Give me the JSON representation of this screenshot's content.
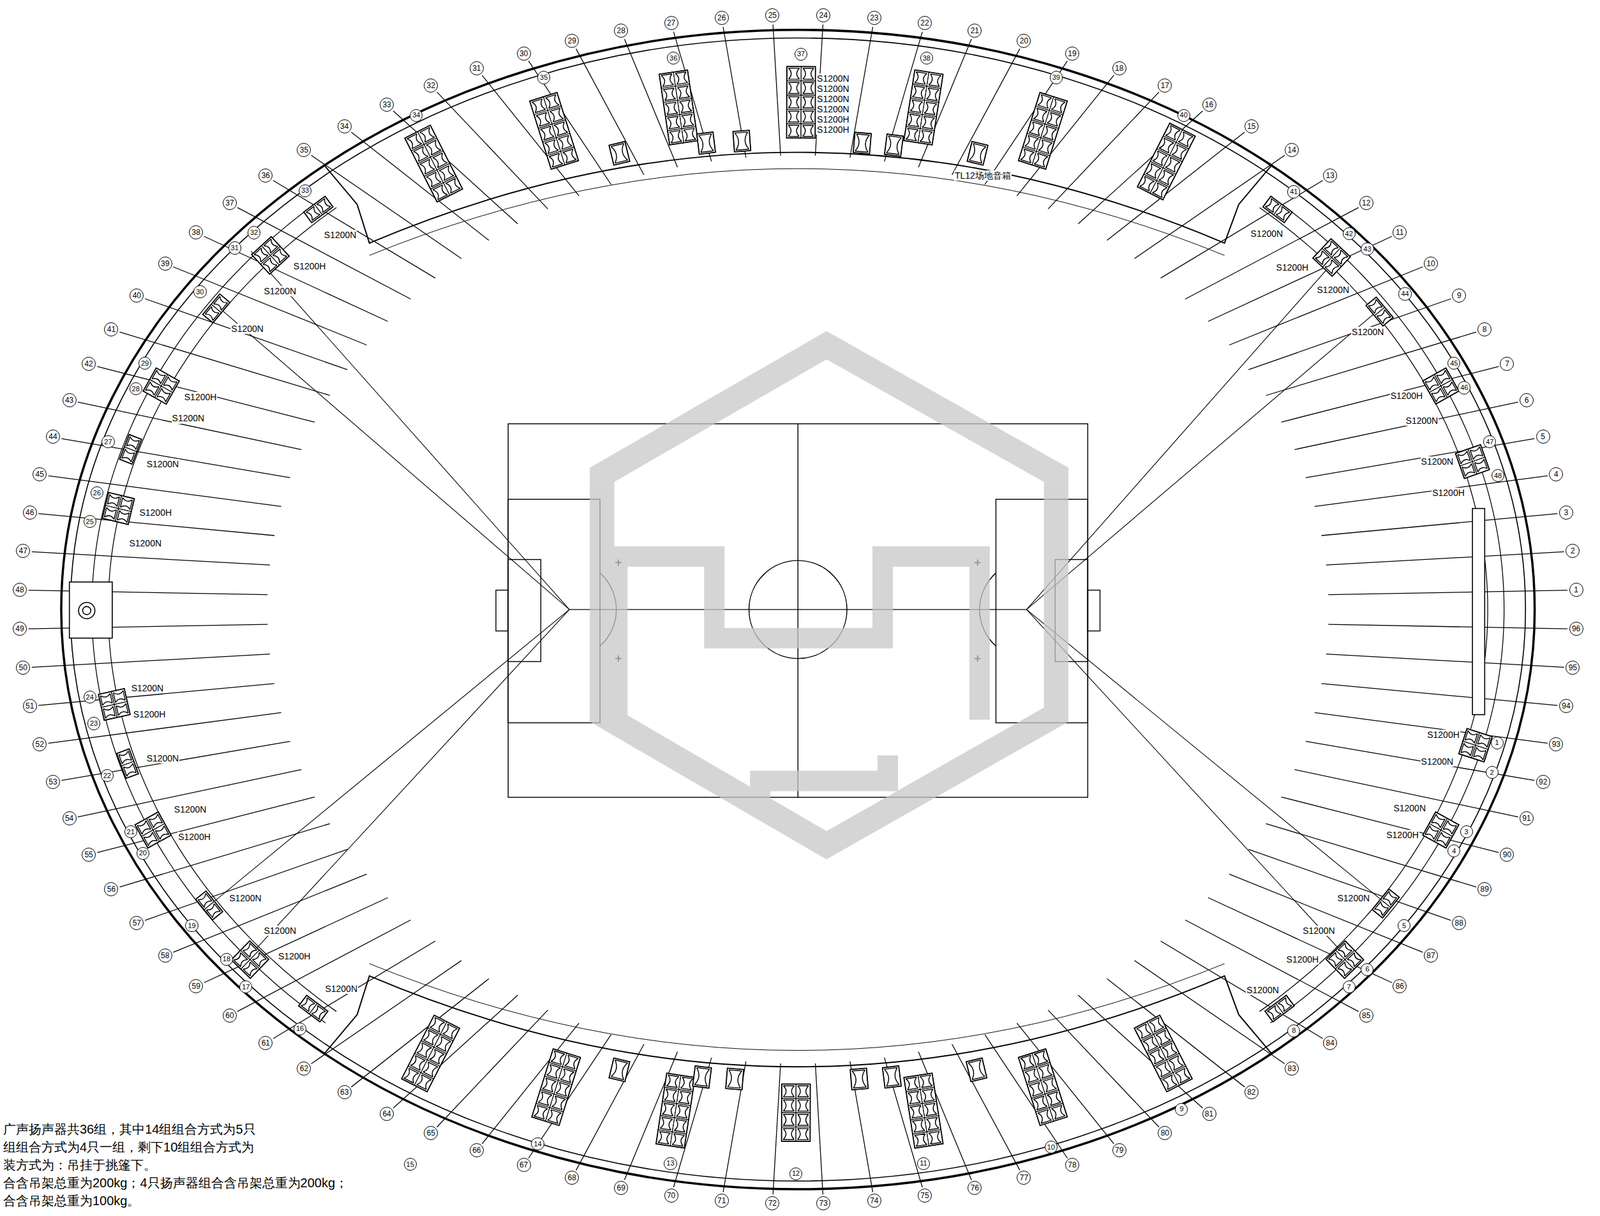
{
  "diagram": {
    "nodes": [
      {
        "text": [
          "1"
        ]
      },
      {
        "text": [
          "2"
        ]
      },
      {
        "text": [
          "3"
        ]
      },
      {
        "text": [
          "4"
        ]
      },
      {
        "text": [
          "5"
        ]
      },
      {
        "text": [
          "6"
        ]
      },
      {
        "text": [
          "7"
        ]
      },
      {
        "text": [
          "8"
        ]
      },
      {
        "text": [
          "9"
        ]
      },
      {
        "text": [
          "10"
        ]
      },
      {
        "text": [
          "11"
        ]
      },
      {
        "text": [
          "12"
        ]
      },
      {
        "text": [
          "13"
        ]
      },
      {
        "text": [
          "14"
        ]
      },
      {
        "text": [
          "15"
        ]
      },
      {
        "text": [
          "16"
        ]
      },
      {
        "text": [
          "17"
        ]
      },
      {
        "text": [
          "18"
        ]
      },
      {
        "text": [
          "19"
        ]
      },
      {
        "text": [
          "20"
        ]
      },
      {
        "text": [
          "21"
        ]
      },
      {
        "text": [
          "22"
        ]
      },
      {
        "text": [
          "23"
        ]
      },
      {
        "text": [
          "24"
        ]
      },
      {
        "text": [
          "25"
        ]
      },
      {
        "text": [
          "26"
        ]
      },
      {
        "text": [
          "27"
        ]
      },
      {
        "text": [
          "28"
        ]
      },
      {
        "text": [
          "29"
        ]
      },
      {
        "text": [
          "30"
        ]
      },
      {
        "text": [
          "31"
        ]
      },
      {
        "text": [
          "32"
        ]
      },
      {
        "text": [
          "33"
        ]
      },
      {
        "text": [
          "34"
        ]
      },
      {
        "text": [
          "35"
        ]
      },
      {
        "text": [
          "36"
        ]
      },
      {
        "text": [
          "37"
        ]
      },
      {
        "text": [
          "38"
        ]
      },
      {
        "text": [
          "39"
        ]
      },
      {
        "text": [
          "40"
        ]
      },
      {
        "text": [
          "41"
        ]
      },
      {
        "text": [
          "42"
        ]
      },
      {
        "text": [
          "43"
        ]
      },
      {
        "text": [
          "44"
        ]
      },
      {
        "text": [
          "45"
        ]
      },
      {
        "text": [
          "46"
        ]
      },
      {
        "text": [
          "47"
        ]
      },
      {
        "text": [
          "48"
        ]
      },
      {
        "text": [
          "49"
        ]
      },
      {
        "text": [
          "50"
        ]
      },
      {
        "text": [
          "51"
        ]
      },
      {
        "text": [
          "52"
        ]
      },
      {
        "text": [
          "53"
        ]
      },
      {
        "text": [
          "54"
        ]
      },
      {
        "text": [
          "55"
        ]
      },
      {
        "text": [
          "56"
        ]
      },
      {
        "text": [
          "57"
        ]
      },
      {
        "text": [
          "58"
        ]
      },
      {
        "text": [
          "59"
        ]
      },
      {
        "text": [
          "60"
        ]
      },
      {
        "text": [
          "61"
        ]
      },
      {
        "text": [
          "62"
        ]
      },
      {
        "text": [
          "63"
        ]
      },
      {
        "text": [
          "64"
        ]
      },
      {
        "text": [
          "65"
        ]
      },
      {
        "text": [
          "66"
        ]
      },
      {
        "text": [
          "67"
        ]
      },
      {
        "text": [
          "68"
        ]
      },
      {
        "text": [
          "69"
        ]
      },
      {
        "text": [
          "70"
        ]
      },
      {
        "text": [
          "71"
        ]
      },
      {
        "text": [
          "72"
        ]
      },
      {
        "text": [
          "73"
        ]
      },
      {
        "text": [
          "74"
        ]
      },
      {
        "text": [
          "75"
        ]
      },
      {
        "text": [
          "76"
        ]
      },
      {
        "text": [
          "77"
        ]
      },
      {
        "text": [
          "78"
        ]
      },
      {
        "text": [
          "79"
        ]
      },
      {
        "text": [
          "80"
        ]
      },
      {
        "text": [
          "81"
        ]
      },
      {
        "text": [
          "82"
        ]
      },
      {
        "text": [
          "83"
        ]
      },
      {
        "text": [
          "84"
        ]
      },
      {
        "text": [
          "85"
        ]
      },
      {
        "text": [
          "86"
        ]
      },
      {
        "text": [
          "87"
        ]
      },
      {
        "text": [
          "88"
        ]
      },
      {
        "text": [
          "89"
        ]
      },
      {
        "text": [
          "90"
        ]
      },
      {
        "text": [
          "91"
        ]
      },
      {
        "text": [
          "92"
        ]
      },
      {
        "text": [
          "93"
        ]
      },
      {
        "text": [
          "94"
        ]
      },
      {
        "text": [
          "95"
        ]
      },
      {
        "text": [
          "96"
        ]
      },
      {
        "text": [
          "1"
        ]
      },
      {
        "text": [
          "2"
        ]
      },
      {
        "text": [
          "3"
        ]
      },
      {
        "text": [
          "4"
        ]
      },
      {
        "text": [
          "5"
        ]
      },
      {
        "text": [
          "6"
        ]
      },
      {
        "text": [
          "7"
        ]
      },
      {
        "text": [
          "8"
        ]
      },
      {
        "text": [
          "9"
        ]
      },
      {
        "text": [
          "10"
        ]
      },
      {
        "text": [
          "11"
        ]
      },
      {
        "text": [
          "12"
        ]
      },
      {
        "text": [
          "13"
        ]
      },
      {
        "text": [
          "14"
        ]
      },
      {
        "text": [
          "15"
        ]
      },
      {
        "text": [
          "16"
        ]
      },
      {
        "text": [
          "17"
        ]
      },
      {
        "text": [
          "18"
        ]
      },
      {
        "text": [
          "19"
        ]
      },
      {
        "text": [
          "20"
        ]
      },
      {
        "text": [
          "21"
        ]
      },
      {
        "text": [
          "22"
        ]
      },
      {
        "text": [
          "23"
        ]
      },
      {
        "text": [
          "24"
        ]
      },
      {
        "text": [
          "25"
        ]
      },
      {
        "text": [
          "26"
        ]
      },
      {
        "text": [
          "27"
        ]
      },
      {
        "text": [
          "28"
        ]
      },
      {
        "text": [
          "29"
        ]
      },
      {
        "text": [
          "30"
        ]
      },
      {
        "text": [
          "31"
        ]
      },
      {
        "text": [
          "32"
        ]
      },
      {
        "text": [
          "33"
        ]
      },
      {
        "text": [
          "34"
        ]
      },
      {
        "text": [
          "35"
        ]
      },
      {
        "text": [
          "36"
        ]
      },
      {
        "text": [
          "37"
        ]
      },
      {
        "text": [
          "38"
        ]
      },
      {
        "text": [
          "39"
        ]
      },
      {
        "text": [
          "40"
        ]
      },
      {
        "text": [
          "41"
        ]
      },
      {
        "text": [
          "42"
        ]
      },
      {
        "text": [
          "43"
        ]
      },
      {
        "text": [
          "44"
        ]
      },
      {
        "text": [
          "45"
        ]
      },
      {
        "text": [
          "46"
        ]
      },
      {
        "text": [
          "47"
        ]
      },
      {
        "text": [
          "48"
        ]
      }
    ],
    "labels": [
      "S1200N",
      "S1200N",
      "S1200N",
      "S1200N",
      "S1200H",
      "S1200H",
      "S1200N",
      "S1200H",
      "S1200N",
      "S1200N",
      "S1200H",
      "S1200N",
      "S1200N",
      "S1200H",
      "S1200N",
      "S1200N",
      "S1200H",
      "S1200N",
      "S1200N",
      "S1200H",
      "S1200N",
      "S1200N",
      "S1200H",
      "S1200N",
      "S1200N",
      "S1200H",
      "S1200N",
      "S1200N",
      "S1200H",
      "S1200N",
      "S1200N",
      "S1200H",
      "S1200H",
      "S1200N",
      "S1200N",
      "S1200H",
      "S1200N",
      "S1200N",
      "S1200H",
      "S1200N",
      "TL12场地音箱",
      "广声扬声器共36组，其中14组组合方式为5只",
      "组组合方式为4只一组，剩下10组组合方式为",
      "装方式为：吊挂于挑篷下。",
      "合含吊架总重为200kg；4只扬声器组合含吊架总重为200kg；",
      "合含吊架总重为100kg。"
    ]
  }
}
